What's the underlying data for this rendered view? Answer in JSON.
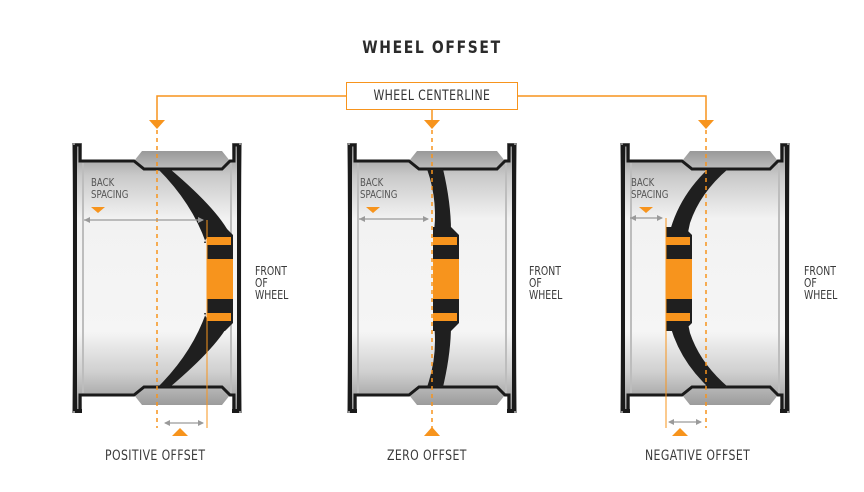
{
  "title": "WHEEL OFFSET",
  "centerline_label": "WHEEL CENTERLINE",
  "colors": {
    "accent": "#f7941d",
    "spoke": "#1f1f1f",
    "rim_outline": "#1a1a1a",
    "text": "#3a3a3a"
  },
  "panels": [
    {
      "id": "positive",
      "back_spacing": [
        "BACK",
        "SPACING"
      ],
      "front_of_wheel": [
        "FRONT",
        "OF",
        "WHEEL"
      ],
      "caption": "POSITIVE OFFSET"
    },
    {
      "id": "zero",
      "back_spacing": [
        "BACK",
        "SPACING"
      ],
      "front_of_wheel": [
        "FRONT",
        "OF",
        "WHEEL"
      ],
      "caption": "ZERO OFFSET"
    },
    {
      "id": "negative",
      "back_spacing": [
        "BACK",
        "SPACING"
      ],
      "front_of_wheel": [
        "FRONT",
        "OF",
        "WHEEL"
      ],
      "caption": "NEGATIVE OFFSET"
    }
  ]
}
